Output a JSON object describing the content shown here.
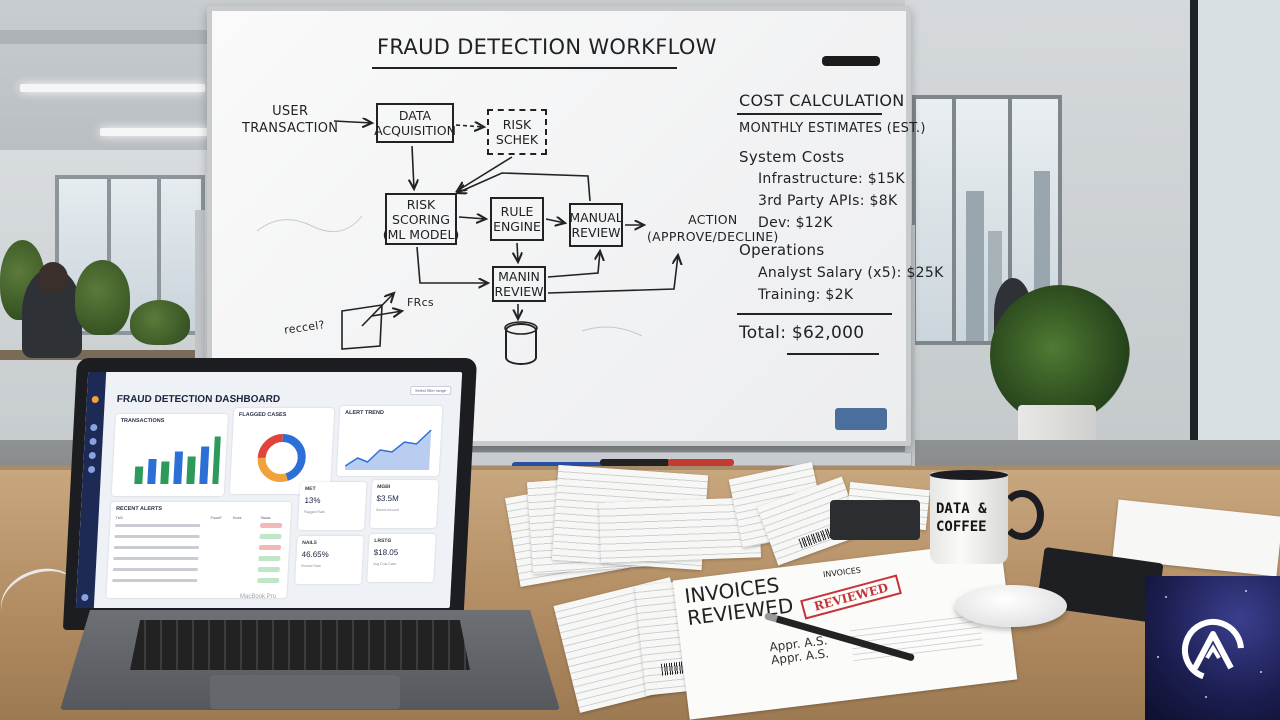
{
  "whiteboard": {
    "title": "FRAUD DETECTION WORKFLOW",
    "nodes": {
      "user_transaction": "USER\nTRANSACTION",
      "data_acquisition": "DATA\nACQUISITION",
      "risk_check": "RISK\nSCHEK",
      "risk_scoring": "RISK\nSCORING\n(ML MODEL)",
      "rule_engine": "RULE\nENGINE",
      "manual_review": "MANUAL\nREVIEW",
      "action": "ACTION\n(APPROVE/DECLINE)",
      "manin_review": "MANIN\nREVIEW"
    },
    "scribbles": {
      "reccel": "reccel?",
      "fr": "FRcs"
    },
    "cost": {
      "title": "COST CALCULATION",
      "subtitle": "MONTHLY ESTIMATES (EST.)",
      "system_heading": "System Costs",
      "infrastructure": "Infrastructure: $15K",
      "apis": "3rd Party APIs: $8K",
      "dev": "Dev: $12K",
      "operations_heading": "Operations",
      "analyst": "Analyst Salary (x5): $25K",
      "training": "Training: $2K",
      "total": "Total: $62,000"
    }
  },
  "laptop": {
    "brand": "MacBook Pro",
    "dashboard": {
      "title": "FRAUD DETECTION DASHBOARD",
      "filter": "Select filter range",
      "transactions_label": "TRANSACTIONS",
      "flagged_label": "FLAGGED CASES",
      "alert_trend_label": "ALERT TREND",
      "recent_alerts_label": "RECENT ALERTS",
      "kpi": [
        {
          "label": "MET",
          "value": "13%",
          "sub": "Flagged Rate"
        },
        {
          "label": "MGBI",
          "value": "$3.5M",
          "sub": "Saved Amount"
        },
        {
          "label": "NAIL5",
          "value": "46.65%",
          "sub": "Review Rate"
        },
        {
          "label": "LRSTG",
          "value": "$18.05",
          "sub": "Avg Cost Case"
        }
      ],
      "alert_columns": [
        "TxID",
        "Fraud?",
        "Score",
        "Status"
      ],
      "bar_fractions": [
        0.35,
        0.5,
        0.45,
        0.65,
        0.55,
        0.75,
        0.95
      ],
      "donut": [
        {
          "share": 0.45,
          "color": "#2c6fd6"
        },
        {
          "share": 0.3,
          "color": "#f0a23b"
        },
        {
          "share": 0.25,
          "color": "#e0453b"
        }
      ]
    }
  },
  "desk": {
    "invoice_heading": "INVOICES\nREVIEWED",
    "invoice_small": "INVOICES",
    "stamp": "REVIEWED",
    "approval": "Appr. A.S.\nAppr. A.S.",
    "mug_text": "DATA &\nCOFFEE"
  },
  "colors": {
    "dashboard_sidebar": "#1d2a55",
    "bars": "#2c9a5a",
    "bars_alt": "#2c6fd6",
    "stamp": "#c6343a"
  }
}
